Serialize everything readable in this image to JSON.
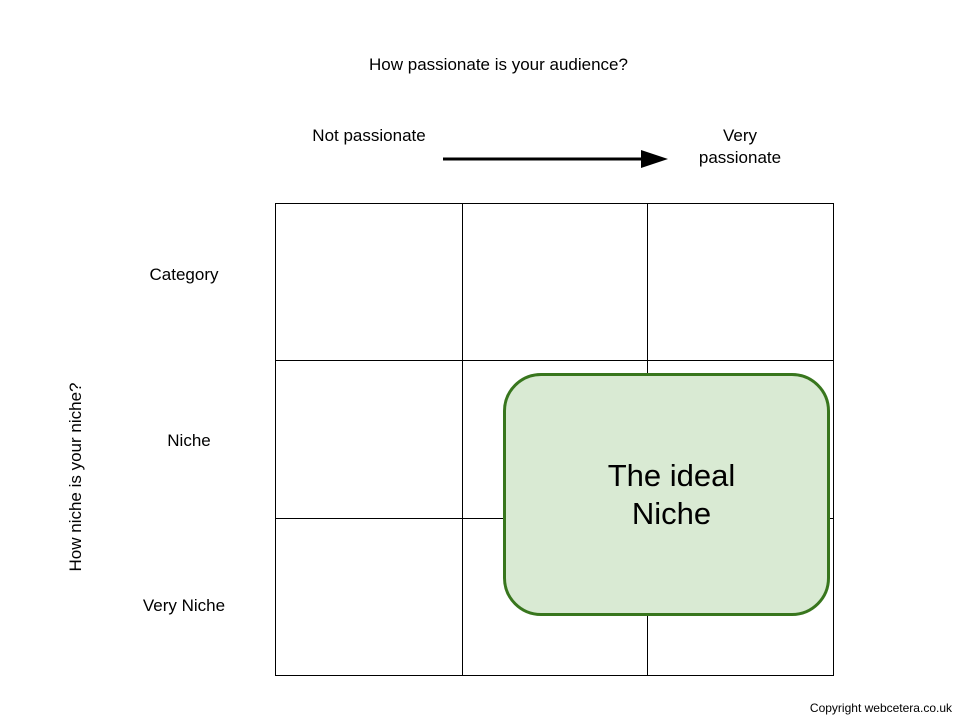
{
  "header": {
    "title": "How passionate is your audience?",
    "left_label": "Not passionate",
    "right_label": "Very passionate"
  },
  "rows": {
    "axis_title": "How niche is your niche?",
    "labels": [
      "Category",
      "Niche",
      "Very Niche"
    ]
  },
  "ideal": {
    "label": "The ideal Niche"
  },
  "footer": {
    "copyright": "Copyright webcetera.co.uk"
  },
  "colors": {
    "ideal_fill": "#d9ead3",
    "ideal_border": "#38761d",
    "grid_lines": "#000000"
  },
  "icons": {
    "direction": "right-arrow-icon"
  }
}
